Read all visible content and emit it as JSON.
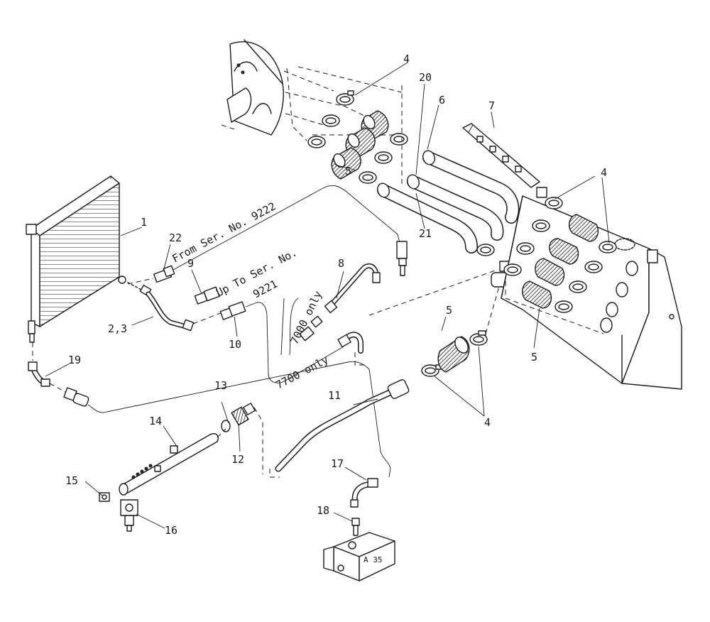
{
  "callouts": {
    "c1": "1",
    "c23": "2,3",
    "c4a": "4",
    "c4b": "4",
    "c4c": "4",
    "c5a": "5",
    "c5b": "5",
    "c5c": "5",
    "c6": "6",
    "c7": "7",
    "c8": "8",
    "c9": "9",
    "c10": "10",
    "c11": "11",
    "c12": "12",
    "c13": "13",
    "c14": "14",
    "c15": "15",
    "c16": "16",
    "c17": "17",
    "c18": "18",
    "c19": "19",
    "c20": "20",
    "c21": "21",
    "c22": "22"
  },
  "notes": {
    "from_serial": "From Ser. No. 9222",
    "up_to_serial_line1": "Up To Ser. No.",
    "up_to_serial_line2": "9221",
    "model_7000": "7000 only",
    "model_7700": "7700 only",
    "plate_text": "A 35"
  }
}
